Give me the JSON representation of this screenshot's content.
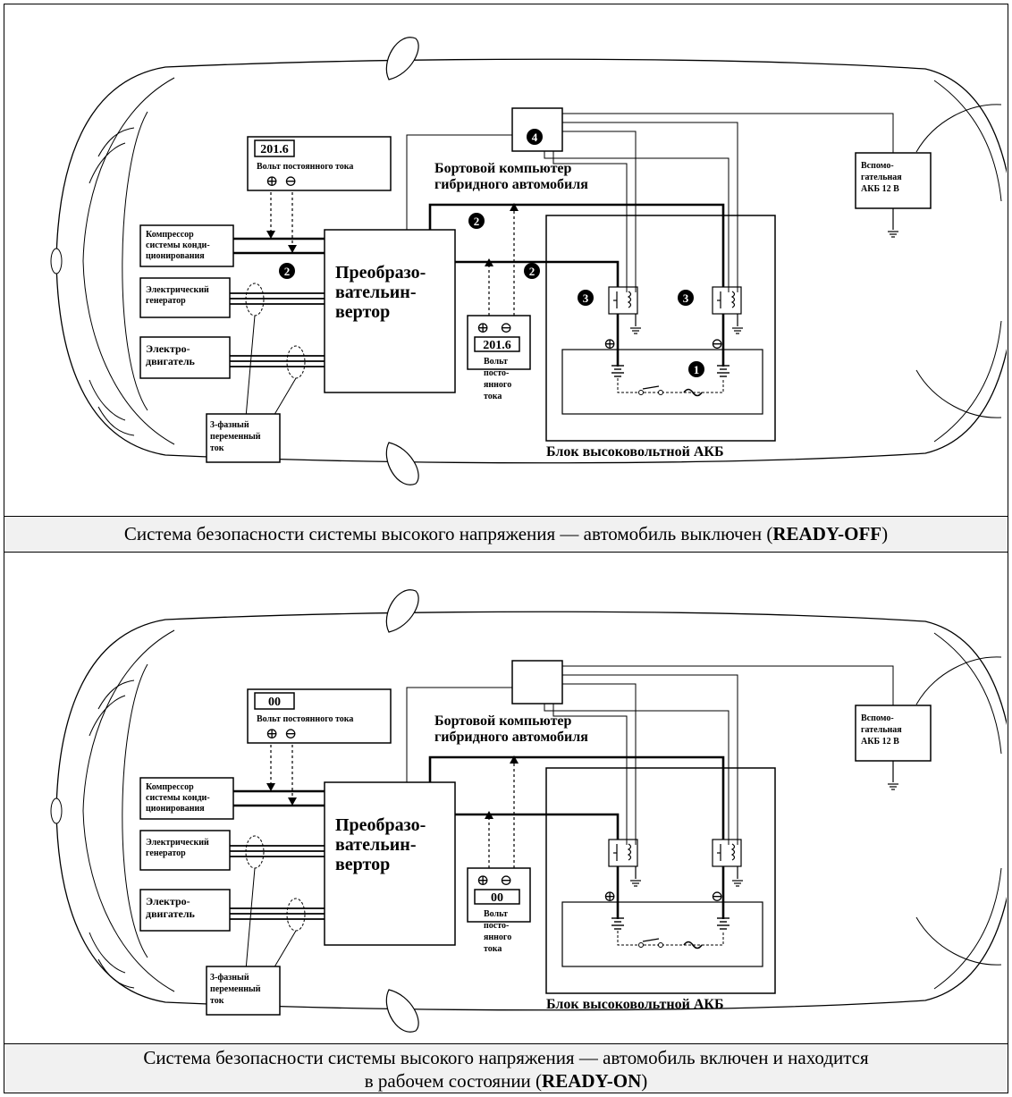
{
  "panels": [
    {
      "caption_prefix": "Система безопасности системы высокого напряжения — автомобиль выключен (",
      "caption_bold": "READY-OFF",
      "caption_suffix": ")",
      "caption_line2": "",
      "voltmeter_top": "201.6",
      "voltmeter_right": "201.6",
      "show_badges": true
    },
    {
      "caption_prefix": "Система безопасности системы высокого напряжения — автомобиль включен и находится",
      "caption_bold": "READY-ON",
      "caption_suffix": ")",
      "caption_line2": "в рабочем состоянии (",
      "voltmeter_top": "00",
      "voltmeter_right": "00",
      "show_badges": false
    }
  ],
  "labels": {
    "dc_volt_top": "Вольт постоянного тока",
    "dc_volt_right": [
      "Вольт",
      "посто-",
      "янного",
      "тока"
    ],
    "hv_computer": [
      "Бортовой компьютер",
      "гибридного автомобиля"
    ],
    "aux_battery": [
      "Вспомо-",
      "гательная",
      "АКБ 12 В"
    ],
    "compressor": [
      "Компрессор",
      "системы конди-",
      "ционирования"
    ],
    "generator": [
      "Электрический",
      "генератор"
    ],
    "motor": [
      "Электро-",
      "двигатель"
    ],
    "inverter": [
      "Преобразо-",
      "вательин-",
      "вертор"
    ],
    "three_phase": [
      "3-фазный",
      "переменный",
      "ток"
    ],
    "hv_battery": "Блок высоковольтной АКБ",
    "plus": "⊕",
    "minus": "⊖"
  },
  "badges": {
    "battery": "1",
    "wire": "2",
    "relay": "3",
    "ecu": "4"
  }
}
